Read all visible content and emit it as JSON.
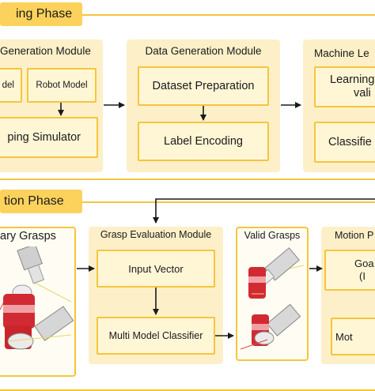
{
  "training_phase": {
    "label": "ing Phase",
    "modules": {
      "simulation": {
        "title": "Generation Module",
        "object_model": "del",
        "robot_model": "Robot Model",
        "simulator": "ping Simulator"
      },
      "data_generation": {
        "title": "Data Generation Module",
        "dataset_preparation": "Dataset Preparation",
        "label_encoding": "Label Encoding"
      },
      "machine_learning": {
        "title": "Machine Le",
        "learning_line1": "Learning",
        "learning_line2": "vali",
        "classifier": "Classifie"
      }
    }
  },
  "execution_phase": {
    "label": "tion Phase",
    "modules": {
      "arbitrary_grasps": {
        "title": "ary Grasps"
      },
      "grasp_evaluation": {
        "title": "Grasp Evaluation Module",
        "input_vector": "Input Vector",
        "classifier": "Multi Model Classifier"
      },
      "valid_grasps": {
        "title": "Valid Grasps"
      },
      "motion_planning": {
        "title": "Motion P",
        "goal_line1": "Goa",
        "goal_line2": "(I",
        "motion": "Mot"
      }
    }
  }
}
